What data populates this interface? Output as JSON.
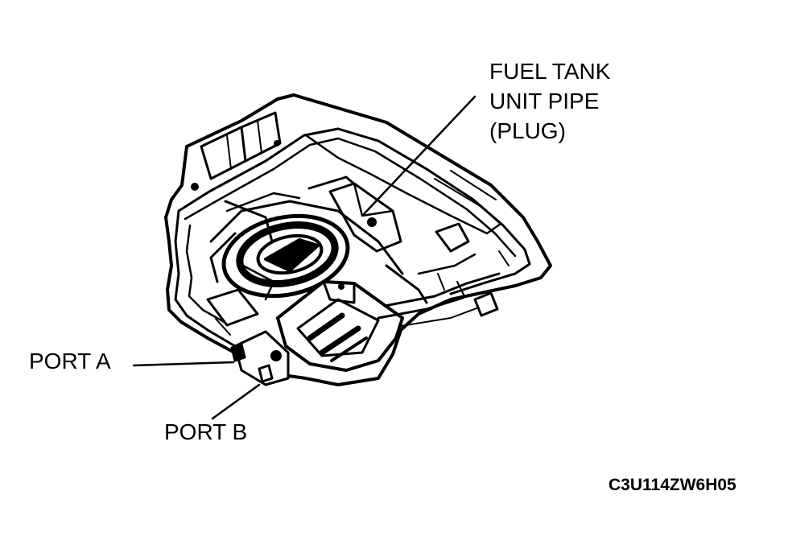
{
  "labels": {
    "fuel_tank_line1": "FUEL TANK",
    "fuel_tank_line2": "UNIT PIPE",
    "fuel_tank_line3": "(PLUG)",
    "port_a": "PORT A",
    "port_b": "PORT B",
    "figure_code": "C3U114ZW6H05"
  },
  "colors": {
    "ink": "#000000",
    "paper": "#ffffff"
  }
}
